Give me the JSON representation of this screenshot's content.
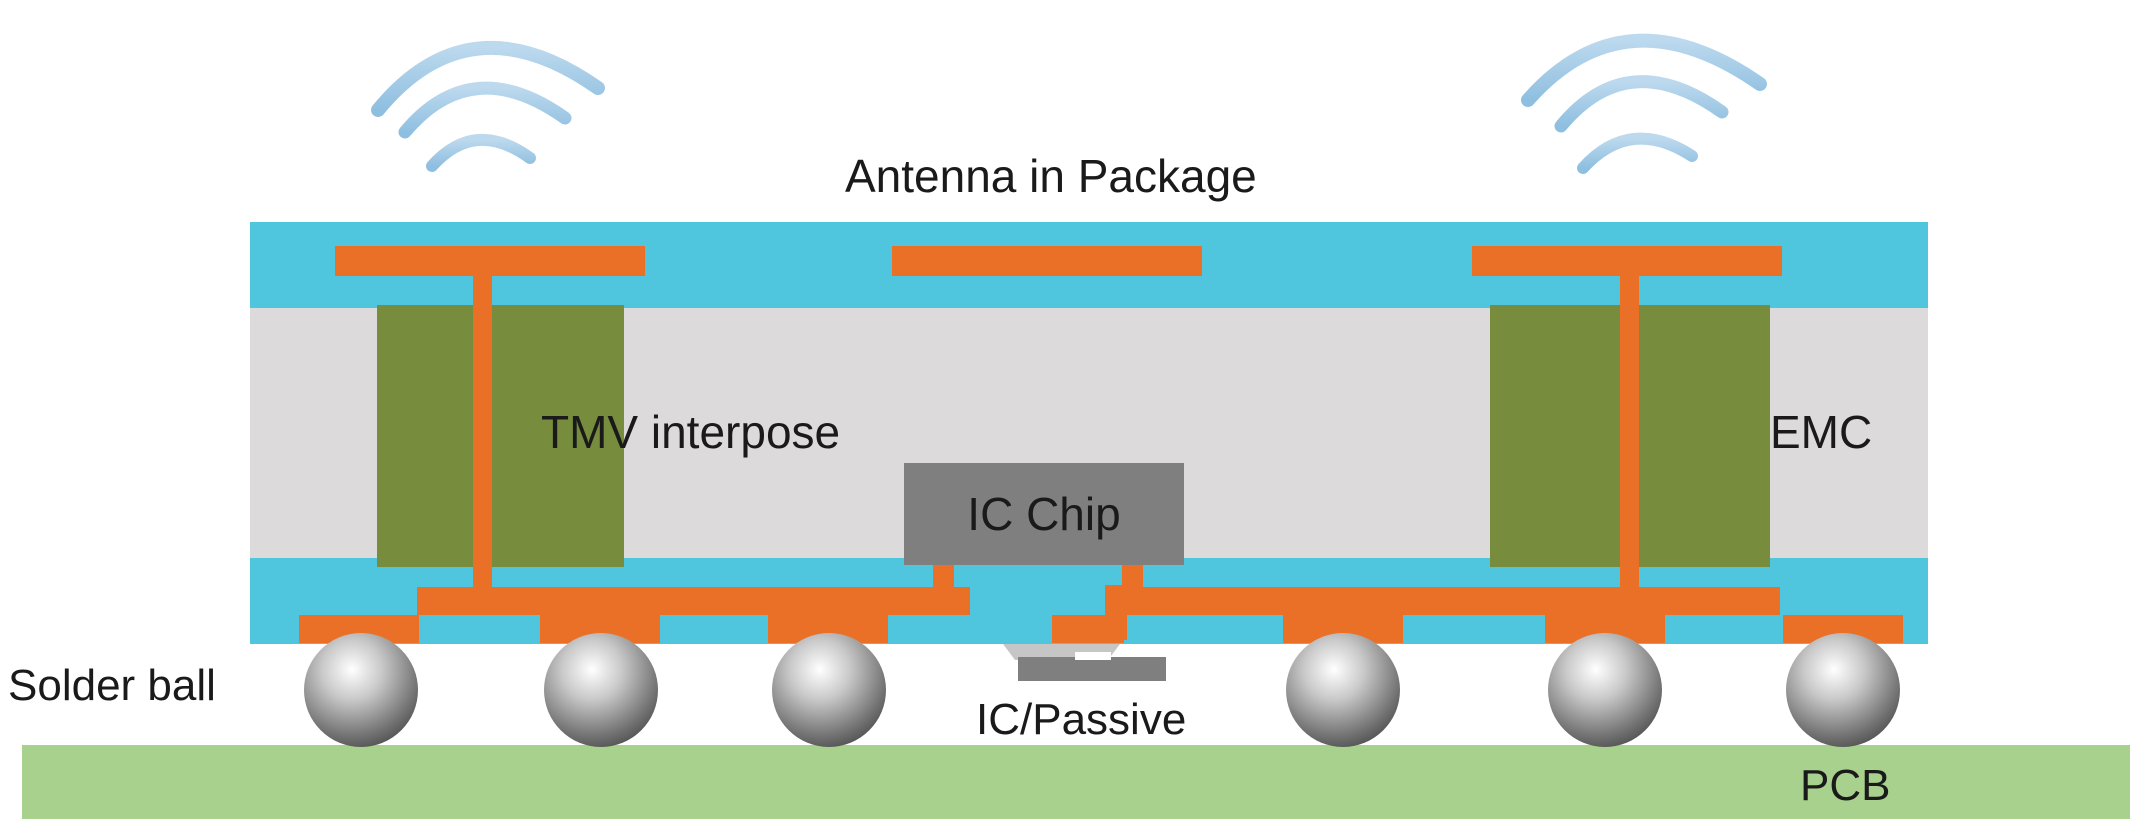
{
  "labels": {
    "antenna": "Antenna in Package",
    "tmv": "TMV interpose",
    "emc": "EMC",
    "ic_chip": "IC Chip",
    "solder_ball": "Solder ball",
    "ic_passive": "IC/Passive",
    "pcb": "PCB"
  },
  "colors": {
    "substrate": "#4fc5de",
    "mold_compound": "#dcdada",
    "tmv_pillar": "#778c3c",
    "copper": "#e97026",
    "ic_chip": "#7f7f7f",
    "pcb": "#a8d18d",
    "signal": "#a9cde8"
  },
  "icons": {
    "left_signal": "wifi-signal-icon",
    "right_signal": "wifi-signal-icon"
  }
}
